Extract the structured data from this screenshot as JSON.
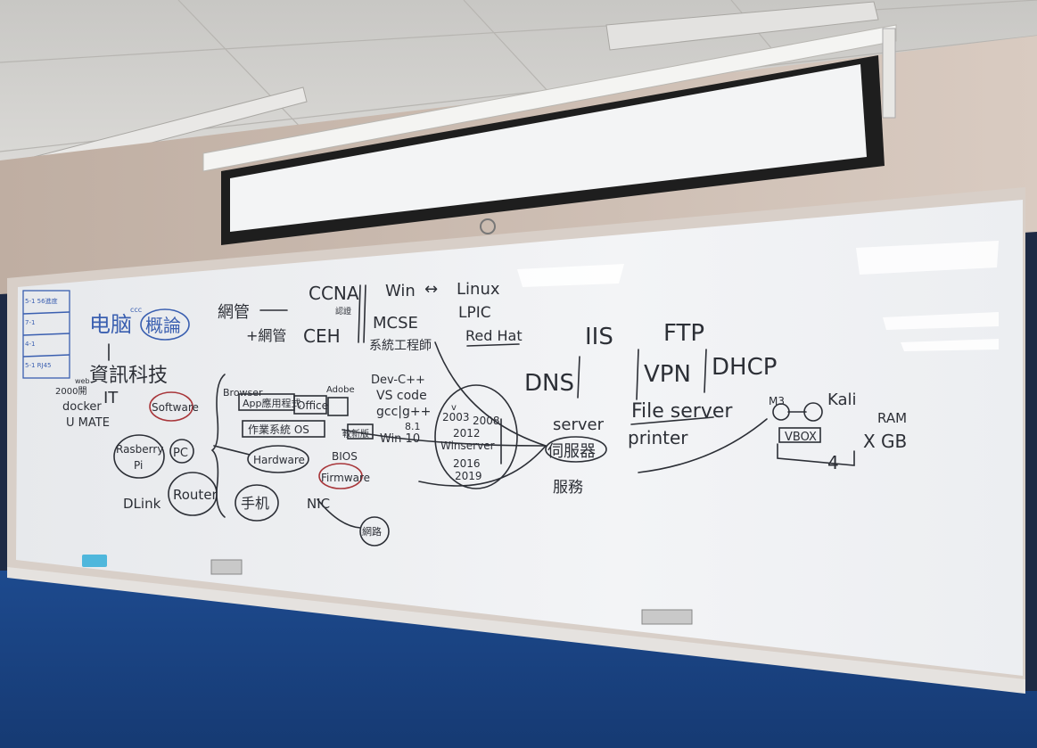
{
  "photo": {
    "board": {
      "cells_small": [
        "5-1 56進度",
        "7-1",
        "4-1",
        "5-1 RJ45"
      ],
      "title_pc": "电脑",
      "title_pc_small": "ccc",
      "title_intro": "概論",
      "it_chinese": "資訊科技",
      "it": "IT",
      "web": "web",
      "platform": "2000開",
      "docker": "docker",
      "umate": "U MATE",
      "software": "Software",
      "rasberry": "Rasberry",
      "pi": "Pi",
      "pc": "PC",
      "dlink": "DLink",
      "router": "Router",
      "phone": "手机",
      "browser": "Browser",
      "app": "App應用程式",
      "office": "Office",
      "adobe": "Adobe",
      "os": "作業系統 OS",
      "hardware": "Hardware",
      "bios": "BIOS",
      "firmware": "Firmware",
      "nic": "NIC",
      "network": "網路",
      "netmgmt": "網管",
      "netsec": "+網管",
      "ccna": "CCNA",
      "ccna_sub": "認證",
      "ceh": "CEH",
      "win": "Win",
      "linux": "Linux",
      "mcse": "MCSE",
      "lpic": "LPIC",
      "redhat": "Red Hat",
      "sysadmin": "系統工程師",
      "devcpp": "Dev-C++",
      "vscode": "VS code",
      "gcc": "gcc|g++",
      "newer": "較新版",
      "win10": "Win 10",
      "win81": "8.1",
      "v": "v",
      "y2003": "2003",
      "y2008": "2008",
      "y2012": "2012",
      "winserver": "Winserver",
      "y2016": "2016",
      "y2019": "2019",
      "server": "server",
      "server_cn": "伺服器",
      "service": "服務",
      "iis": "IIS",
      "ftp": "FTP",
      "dns": "DNS",
      "vpn": "VPN",
      "dhcp": "DHCP",
      "fileserver": "File server",
      "printer": "printer",
      "m3": "M3",
      "kali": "Kali",
      "vbox": "VBOX",
      "four": "4",
      "ram": "RAM",
      "xgb": "X GB"
    }
  },
  "colors": {
    "ceiling": "#d9d7d3",
    "wall": "#c9b9ad",
    "whiteboard": "#eef0f3",
    "frame": "#d8cfc8",
    "lower_wall": "#1f4f96",
    "screen": "#f3f4f5",
    "marker_dark": "#2c2f36",
    "marker_blue": "#3a5fb0",
    "marker_red": "#a8363a"
  }
}
